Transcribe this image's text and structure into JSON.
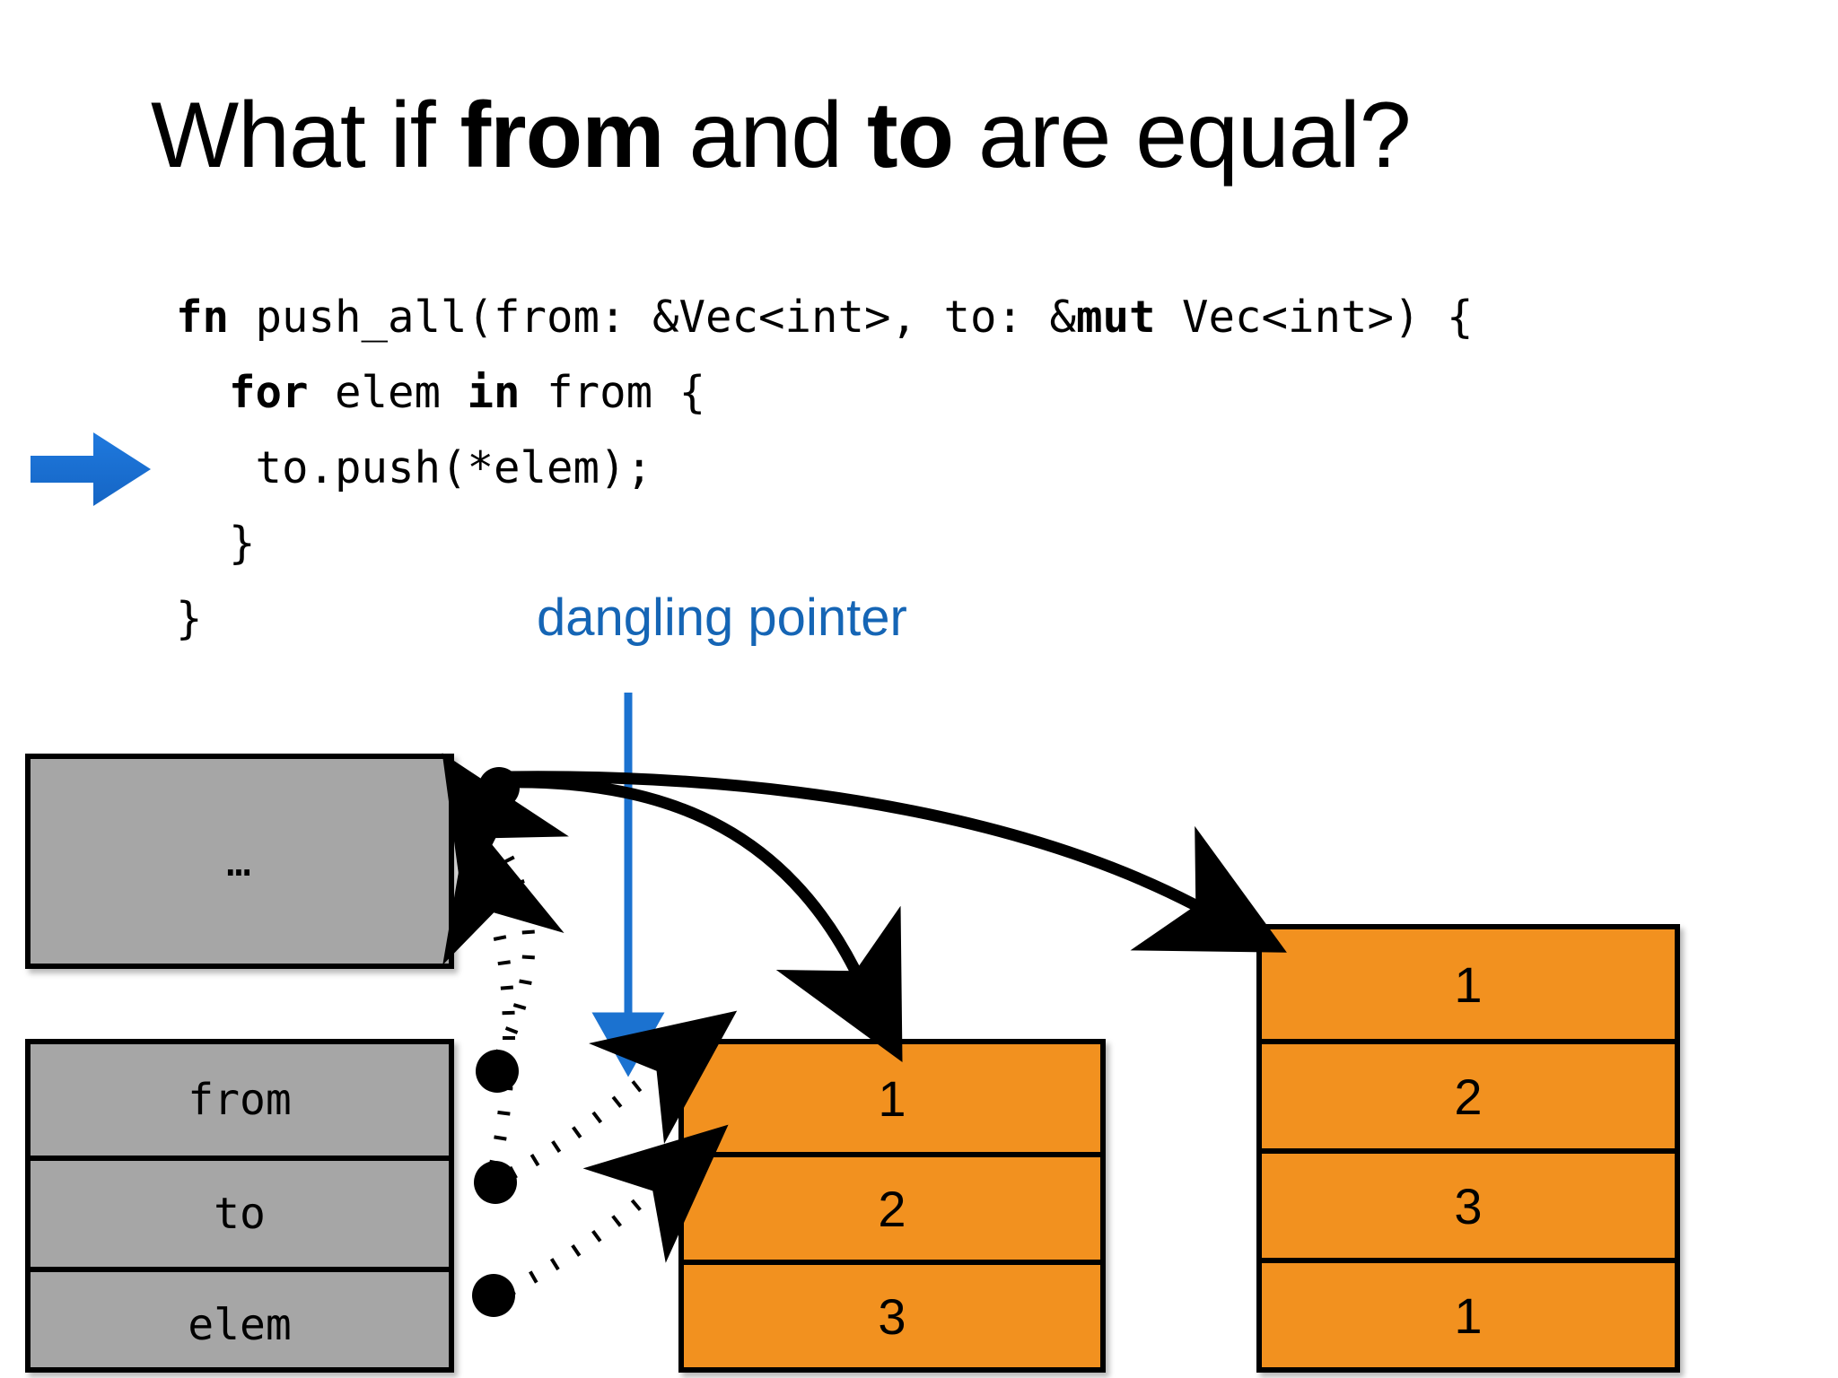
{
  "slide": {
    "title": {
      "prefix": "What if ",
      "bold1": "from",
      "middle": " and ",
      "bold2": "to",
      "suffix": " are equal?"
    },
    "code": {
      "line1_a": "fn",
      "line1_b": " push_all(from: &Vec<int>, to: &",
      "line1_c": "mut",
      "line1_d": " Vec<int>) {",
      "line2_a": "  ",
      "line2_b": "for",
      "line2_c": " elem ",
      "line2_d": "in",
      "line2_e": " from {",
      "line3": "   to.push(*elem);",
      "line4": "  }",
      "line5": "}"
    },
    "annotation": {
      "dangling_pointer": "dangling pointer"
    },
    "heap_block": {
      "ellipsis": "…"
    },
    "stack_frame": {
      "rows": [
        {
          "label": "from"
        },
        {
          "label": "to"
        },
        {
          "label": "elem"
        }
      ]
    },
    "vec_left": {
      "values": [
        "1",
        "2",
        "3"
      ]
    },
    "vec_right": {
      "values": [
        "1",
        "2",
        "3",
        "1"
      ]
    },
    "colors": {
      "accent_blue": "#1565b5",
      "marker_blue": "#1b72d0",
      "gray_fill": "#a6a6a6",
      "orange_fill": "#f2911f",
      "stroke_black": "#000000",
      "background": "#ffffff"
    },
    "icons": {
      "step_marker": "right-block-arrow-icon",
      "dangling_arrow": "down-arrow-icon"
    }
  }
}
